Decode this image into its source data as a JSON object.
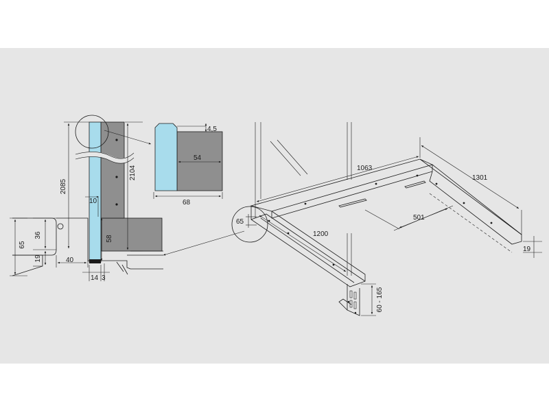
{
  "colors": {
    "panel_background": "#e6e6e6",
    "profile_gray": "#8f8f8f",
    "glass_blue": "#a8dcec",
    "line": "#1a1a1a"
  },
  "section": {
    "height_2085": "2085",
    "height_2104": "2104",
    "offset_10": "10",
    "height_58": "58",
    "width_40": "40",
    "height_36": "36",
    "height_19": "19",
    "height_65": "65",
    "width_14": "14",
    "width_3": "3"
  },
  "detail": {
    "thickness_4_5": "4,5",
    "depth_54": "54",
    "width_68": "68"
  },
  "iso": {
    "length_1063": "1063",
    "length_1301": "1301",
    "length_1200": "1200",
    "length_501": "501",
    "height_65": "65",
    "height_19": "19",
    "adjust_range": "60 - 165"
  }
}
